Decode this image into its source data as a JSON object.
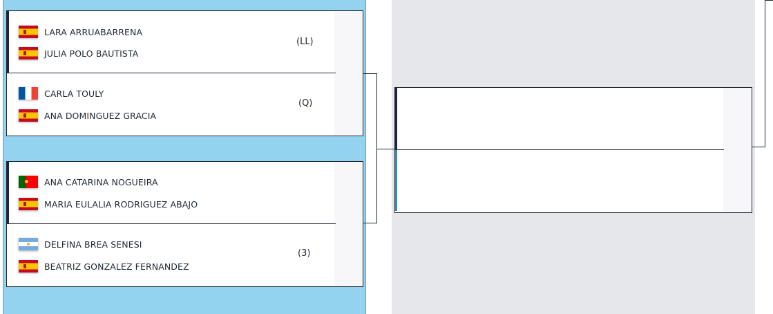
{
  "draw": {
    "round_1": [
      {
        "match_label": "match-1",
        "seed_label": "(LL)",
        "players": [
          {
            "name": "LARA ARRUABARRENA",
            "flag": "es"
          },
          {
            "name": "JULIA POLO BAUTISTA",
            "flag": "es"
          }
        ]
      },
      {
        "match_label": "match-1b",
        "seed_label": "(Q)",
        "players": [
          {
            "name": "CARLA TOULY",
            "flag": "fr"
          },
          {
            "name": "ANA DOMINGUEZ GRACIA",
            "flag": "es"
          }
        ]
      },
      {
        "match_label": "match-2",
        "seed_label": "",
        "players": [
          {
            "name": "ANA CATARINA NOGUEIRA",
            "flag": "pt"
          },
          {
            "name": "MARIA EULALIA RODRIGUEZ ABAJO",
            "flag": "es"
          }
        ]
      },
      {
        "match_label": "match-2b",
        "seed_label": "(3)",
        "players": [
          {
            "name": "DELFINA BREA SENESI",
            "flag": "ar"
          },
          {
            "name": "BEATRIZ GONZALEZ FERNANDEZ",
            "flag": "es"
          }
        ]
      }
    ],
    "round_2": [
      {
        "team_a": "",
        "team_b": ""
      }
    ]
  },
  "colors": {
    "round1_bg": "#94d3ef",
    "round2_bg": "#e6e7eb",
    "line": "#1d2733",
    "accent_blue": "#3a87c0"
  }
}
